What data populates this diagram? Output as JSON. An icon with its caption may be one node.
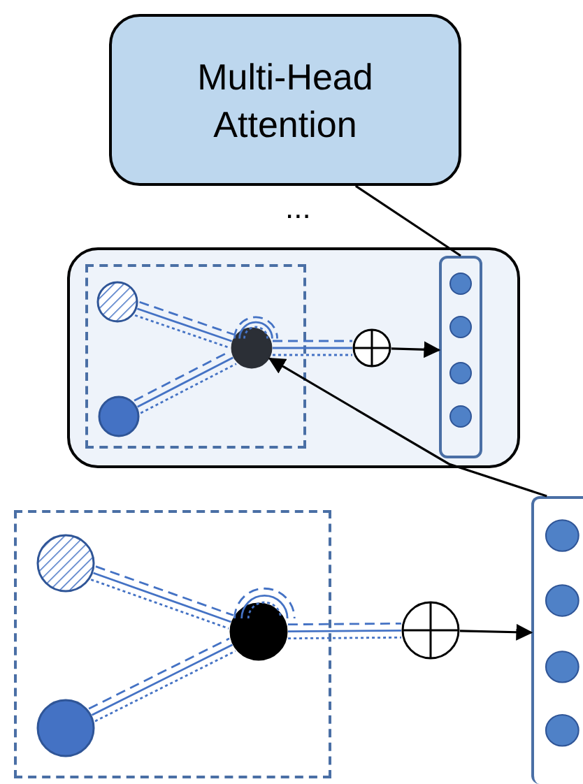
{
  "diagram": {
    "nodes": [
      {
        "text": [
          "Multi-Head Attention"
        ]
      },
      {
        "text": [],
        "shape": "box"
      },
      {
        "text": [],
        "shape": "box",
        "in": 1
      },
      {
        "text": [],
        "shape": "circle",
        "in": 2
      },
      {
        "text": [],
        "shape": "circle",
        "in": 2
      },
      {
        "text": [],
        "shape": "circle",
        "in": 2
      },
      {
        "text": [],
        "shape": "circle",
        "in": 1
      },
      {
        "text": [],
        "shape": "bar",
        "in": 1
      },
      {
        "text": [],
        "shape": "box"
      },
      {
        "text": [],
        "shape": "circle",
        "in": 8
      },
      {
        "text": [],
        "shape": "circle",
        "in": 8
      },
      {
        "text": [],
        "shape": "circle",
        "in": 8
      },
      {
        "text": [],
        "shape": "circle"
      },
      {
        "text": [],
        "shape": "bar"
      }
    ],
    "edges": [
      {
        "from": 3,
        "to": 5,
        "arrow": "none"
      },
      {
        "from": 3,
        "to": 5,
        "arrow": "none",
        "style": "dashed"
      },
      {
        "from": 3,
        "to": 5,
        "arrow": "none",
        "style": "dashed"
      },
      {
        "from": 4,
        "to": 5,
        "arrow": "none"
      },
      {
        "from": 4,
        "to": 5,
        "arrow": "none",
        "style": "dashed"
      },
      {
        "from": 4,
        "to": 5,
        "arrow": "none",
        "style": "dashed"
      },
      {
        "from": 5,
        "to": 5,
        "arrow": "none"
      },
      {
        "from": 5,
        "to": 5,
        "arrow": "none",
        "style": "dashed"
      },
      {
        "from": 5,
        "to": 5,
        "arrow": "none",
        "style": "dashed"
      },
      {
        "from": 5,
        "to": 6,
        "arrow": "none"
      },
      {
        "from": 5,
        "to": 6,
        "arrow": "none",
        "style": "dashed"
      },
      {
        "from": 5,
        "to": 6,
        "arrow": "none",
        "style": "dashed"
      },
      {
        "from": 6,
        "to": 7,
        "arrow": "to",
        "color": "#000000"
      },
      {
        "from": 7,
        "to": 0,
        "arrow": "none",
        "color": "#000000"
      },
      {
        "from": 9,
        "to": 11,
        "arrow": "none"
      },
      {
        "from": 9,
        "to": 11,
        "arrow": "none",
        "style": "dashed"
      },
      {
        "from": 9,
        "to": 11,
        "arrow": "none",
        "style": "dashed"
      },
      {
        "from": 10,
        "to": 11,
        "arrow": "none"
      },
      {
        "from": 10,
        "to": 11,
        "arrow": "none",
        "style": "dashed"
      },
      {
        "from": 10,
        "to": 11,
        "arrow": "none",
        "style": "dashed"
      },
      {
        "from": 11,
        "to": 11,
        "arrow": "none"
      },
      {
        "from": 11,
        "to": 11,
        "arrow": "none",
        "style": "dashed"
      },
      {
        "from": 11,
        "to": 11,
        "arrow": "none",
        "style": "dashed"
      },
      {
        "from": 11,
        "to": 12,
        "arrow": "none"
      },
      {
        "from": 11,
        "to": 12,
        "arrow": "none",
        "style": "dashed"
      },
      {
        "from": 11,
        "to": 12,
        "arrow": "none",
        "style": "dashed"
      },
      {
        "from": 12,
        "to": 13,
        "arrow": "to",
        "color": "#000000"
      },
      {
        "from": 13,
        "to": 5,
        "arrow": "to",
        "color": "#000000"
      }
    ],
    "labels": [
      "..."
    ]
  }
}
